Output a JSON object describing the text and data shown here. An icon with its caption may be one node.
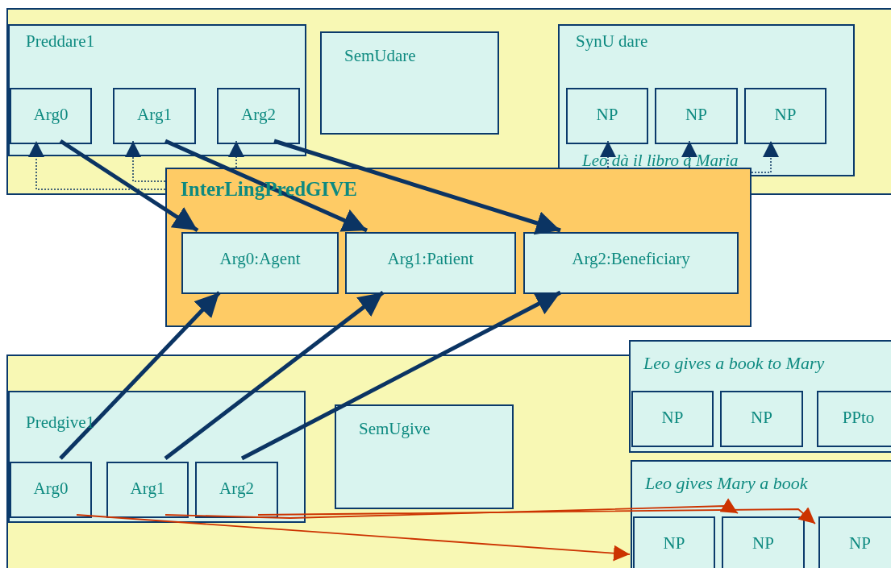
{
  "diagram": {
    "nodes": [
      {
        "text": [],
        "shape": "box"
      },
      {
        "text": [
          "Preddare1"
        ],
        "in": 0
      },
      {
        "text": [
          "Arg0"
        ],
        "in": 1
      },
      {
        "text": [
          "Arg1"
        ],
        "in": 1
      },
      {
        "text": [
          "Arg2"
        ],
        "in": 1
      },
      {
        "text": [
          "SemUdare"
        ],
        "in": 0
      },
      {
        "text": [
          "SynU dare",
          "Leo dà il  libro  a Maria"
        ],
        "in": 0
      },
      {
        "text": [
          "NP"
        ],
        "in": 6
      },
      {
        "text": [
          "NP"
        ],
        "in": 6
      },
      {
        "text": [
          "NP"
        ],
        "in": 6
      },
      {
        "text": [
          "InterLingPredGIVE"
        ]
      },
      {
        "text": [
          "Arg0:Agent"
        ],
        "in": 10
      },
      {
        "text": [
          "Arg1:Patient"
        ],
        "in": 10
      },
      {
        "text": [
          "Arg2:Beneficiary"
        ],
        "in": 10
      },
      {
        "text": [],
        "shape": "box"
      },
      {
        "text": [
          "Predgive1"
        ],
        "in": 14
      },
      {
        "text": [
          "Arg0"
        ],
        "in": 15
      },
      {
        "text": [
          "Arg1"
        ],
        "in": 15
      },
      {
        "text": [
          "Arg2"
        ],
        "in": 15
      },
      {
        "text": [
          "SemUgive"
        ],
        "in": 14
      },
      {
        "text": [
          "Leo gives a  book to  Mary"
        ]
      },
      {
        "text": [
          "NP"
        ],
        "in": 20
      },
      {
        "text": [
          "NP"
        ],
        "in": 20
      },
      {
        "text": [
          "PPto"
        ],
        "in": 20
      },
      {
        "text": [
          "Leo gives  Mary a  book"
        ],
        "in": 14
      },
      {
        "text": [
          "NP"
        ],
        "in": 24
      },
      {
        "text": [
          "NP"
        ],
        "in": 24
      },
      {
        "text": [
          "NP"
        ],
        "in": 24
      }
    ],
    "edges": [
      {
        "from": 10,
        "to": 2,
        "arrow": "to",
        "style": "dashed"
      },
      {
        "from": 10,
        "to": 3,
        "arrow": "to",
        "style": "dashed"
      },
      {
        "from": 10,
        "to": 4,
        "arrow": "to",
        "style": "dashed"
      },
      {
        "from": 10,
        "to": 7,
        "arrow": "to",
        "style": "dashed"
      },
      {
        "from": 10,
        "to": 8,
        "arrow": "to",
        "style": "dashed"
      },
      {
        "from": 10,
        "to": 9,
        "arrow": "to",
        "style": "dashed"
      },
      {
        "from": 2,
        "to": 11,
        "arrow": "to",
        "style": "thick"
      },
      {
        "from": 3,
        "to": 12,
        "arrow": "to",
        "style": "thick"
      },
      {
        "from": 4,
        "to": 13,
        "arrow": "to",
        "style": "thick"
      },
      {
        "from": 16,
        "to": 11,
        "arrow": "to",
        "style": "thick"
      },
      {
        "from": 17,
        "to": 12,
        "arrow": "to",
        "style": "thick"
      },
      {
        "from": 18,
        "to": 13,
        "arrow": "to",
        "style": "thick"
      },
      {
        "from": 16,
        "to": 25,
        "arrow": "to",
        "color": "#cc3300"
      },
      {
        "from": 17,
        "to": 26,
        "arrow": "to",
        "color": "#cc3300"
      },
      {
        "from": 18,
        "to": 27,
        "arrow": "to",
        "color": "#cc3300"
      }
    ]
  }
}
